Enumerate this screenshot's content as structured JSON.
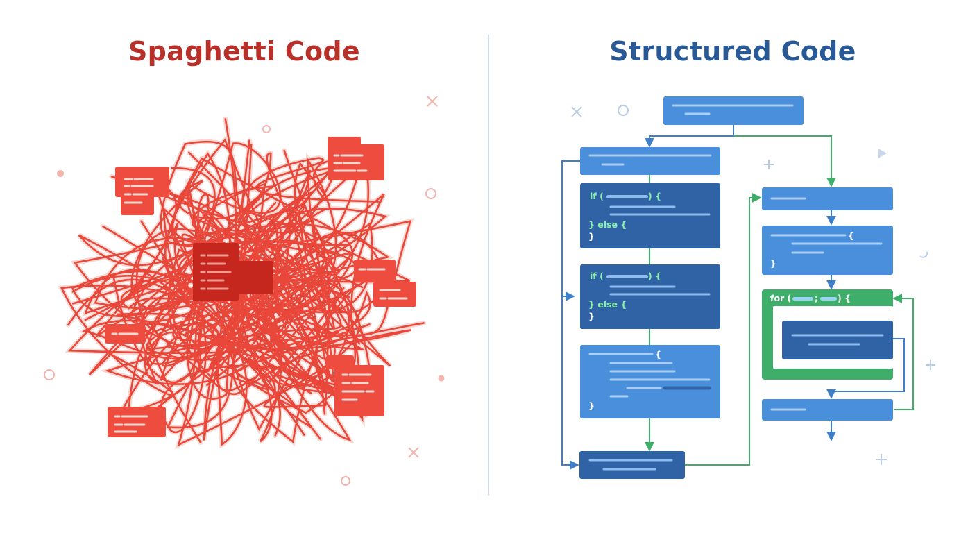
{
  "left_panel": {
    "title": "Spaghetti Code",
    "colors": {
      "strand": "#e8473a",
      "strand_glow": "#f8c9c3",
      "block": "#ee4c3e",
      "block_dark": "#c5271f",
      "text": "#b8302a"
    }
  },
  "right_panel": {
    "title": "Structured Code",
    "colors": {
      "light_block": "#4a8fdb",
      "dark_block": "#2f63a5",
      "loop_border": "#3fae6a",
      "arrow_blue": "#3f7fc9",
      "arrow_green": "#3fae6a",
      "text": "#2a5a96",
      "code_text": "#8af0a9"
    },
    "left_column": {
      "if_block_1": {
        "if_text": "if (",
        "if_close": ") {",
        "else_text": "} else {",
        "close_text": "}"
      },
      "if_block_2": {
        "if_text": "if (",
        "if_close": ") {",
        "else_text": "} else {",
        "close_text": "}"
      },
      "func_block": {
        "open_text": "{",
        "close_text": "}"
      }
    },
    "right_column": {
      "brace_block": {
        "open_text": "{",
        "close_text": "}"
      },
      "for_block": {
        "for_text": "for (",
        "sep_text": ";",
        "close_text": ") {"
      }
    }
  }
}
